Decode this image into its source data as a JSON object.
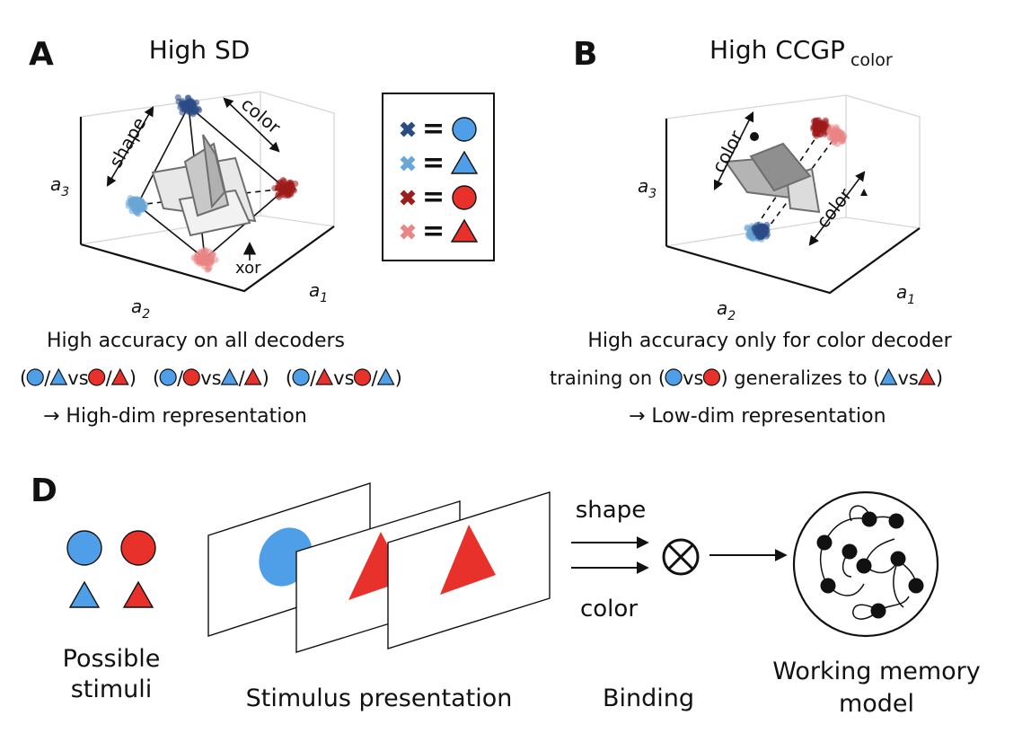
{
  "colors": {
    "blue_light": "#4f9ee8",
    "red": "#e8312a",
    "dark_blue_cluster": "#2b4b86",
    "light_blue_cluster": "#6aa6d6",
    "dark_red_cluster": "#9e1c1c",
    "light_red_cluster": "#e98585",
    "plane_gray": "#9a9a9a"
  },
  "panel_a": {
    "letter": "A",
    "title": "High SD",
    "axis_a3": "a",
    "axis_a3_sub": "3",
    "axis_a2": "a",
    "axis_a2_sub": "2",
    "axis_a1": "a",
    "axis_a1_sub": "1",
    "label_shape": "shape",
    "label_color": "color",
    "label_xor": "xor",
    "caption_line1": "High accuracy on all decoders",
    "caption_vs": "vs",
    "caption_line3": "→  High-dim representation"
  },
  "legend": {
    "equals": "=",
    "rows": [
      {
        "cluster": "dark_blue",
        "shape": "circle"
      },
      {
        "cluster": "light_blue",
        "shape": "triangle"
      },
      {
        "cluster": "dark_red",
        "shape": "circle"
      },
      {
        "cluster": "light_red",
        "shape": "triangle"
      }
    ]
  },
  "panel_b": {
    "letter": "B",
    "title": "High CCGP",
    "title_sub": "color",
    "axis_a3": "a",
    "axis_a3_sub": "3",
    "axis_a2": "a",
    "axis_a2_sub": "2",
    "axis_a1": "a",
    "axis_a1_sub": "1",
    "label_color_1": "color",
    "label_color_2": "color",
    "caption_line1": "High accuracy only for color decoder",
    "caption_training": "training on (",
    "caption_vs": "vs",
    "caption_generalizes": ") generalizes to (",
    "caption_close": ")",
    "caption_line3": "→  Low-dim representation"
  },
  "panel_d": {
    "letter": "D",
    "stimuli_label_1": "Possible",
    "stimuli_label_2": "stimuli",
    "presentation_label": "Stimulus presentation",
    "input_shape": "shape",
    "input_color": "color",
    "binding_label": "Binding",
    "model_label_1": "Working memory",
    "model_label_2": "model"
  }
}
